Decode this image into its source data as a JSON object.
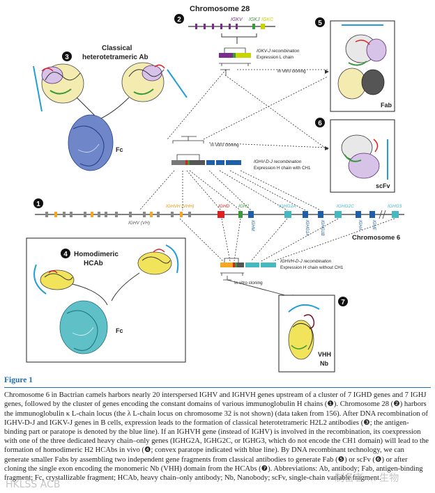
{
  "chromosome28": {
    "title": "Chromosome 28",
    "badge": "2",
    "genes": {
      "v": "IGKV",
      "j": "IGKJ",
      "c": "IGKC"
    },
    "recombination": "IGKV-J recombination",
    "expression": "Expression L chain"
  },
  "chromosome6": {
    "badge": "1",
    "title": "Chromosome 6",
    "genes": {
      "igkv_vh": "IGHV (VH)",
      "ighvh": "IGHVH (VHH)",
      "ighd": "IGHD",
      "ighj": "IGHJ",
      "ighm": "IGHM",
      "ighg2a": "IGHG2A",
      "ighg1a": "IGHG1A",
      "ighg1b": "IGHG1B",
      "ighg2c": "IGHG2C",
      "igha": "IGHA",
      "ighe": "IGHE",
      "ighg3": "IGHG3"
    }
  },
  "panels": {
    "classical": {
      "badge": "3",
      "title_line1": "Classical",
      "title_line2": "heterotetrameric Ab",
      "fc": "Fc"
    },
    "fab": {
      "badge": "5",
      "label": "Fab"
    },
    "scfv": {
      "badge": "6",
      "label": "scFv"
    },
    "homodimeric": {
      "badge": "4",
      "title_line1": "Homodimeric",
      "title_line2": "HCAb",
      "fc": "Fc"
    },
    "vhh": {
      "badge": "7",
      "label_line1": "VHH",
      "label_line2": "Nb"
    }
  },
  "heavy_recomb": {
    "title": "IGHV-D-J recombination",
    "expression": "Expression H chain with CH1"
  },
  "hcab_recomb": {
    "title": "IGHVH-D-J recombination",
    "expression": "Expression H chain without CH1"
  },
  "cloning": {
    "top": "In vitro cloning",
    "mid": "In vitro cloning",
    "bottom": "In vitro cloning"
  },
  "caption": {
    "title": "Figure 1",
    "text": "Chromosome 6 in Bactrian camels harbors nearly 20 interspersed IGHV and IGHVH genes upstream of a cluster of 7 IGHD genes and 7 IGHJ genes, followed by the cluster of genes encoding the constant domains of various immunoglobulin H chains (❶). Chromosome 28 (❷) harbors the immunoglobulin κ L-chain locus (the λ L-chain locus on chromosome 32 is not shown) (data taken from 156). After DNA recombination of IGHV-D-J and IGKV-J genes in B cells, expression leads to the formation of classical heterotetrameric H2L2 antibodies (❸; the antigen-binding part or paratope is denoted by the blue line). If an IGHVH gene (instead of IGHV) is involved in the recombination, its coexpression with one of the three dedicated heavy chain–only genes (IGHG2A, IGHG2C, or IGHG3, which do not encode the CH1 domain) will lead to the formation of homodimeric H2 HCAbs in vivo (❹; convex paratope indicated with blue line). By DNA recombinant technology, we can generate smaller Fabs by assembling two independent gene fragments from classical antibodies to generate Fab (❺) or scFv (❻) or after cloning the single exon encoding the monomeric Nb (VHH) domain from the HCAbs (❼). Abbreviations: Ab, antibody; Fab, antigen-binding fragment; Fc, crystallizable fragment; HCAb, heavy chain–only antibody; Nb, Nanobody; scFv, single-chain variable fragment."
  },
  "watermarks": {
    "left": "HKLSS ACB",
    "right": "制备者 ... 生物"
  },
  "colors": {
    "purple": "#7b2d8b",
    "green": "#3a9a3a",
    "yellow_green": "#c8d400",
    "gray": "#777777",
    "blue": "#1f6fb0",
    "teal": "#46b8c0",
    "orange": "#f5a623",
    "red": "#e02020",
    "dark_blue": "#1f5fa8"
  }
}
